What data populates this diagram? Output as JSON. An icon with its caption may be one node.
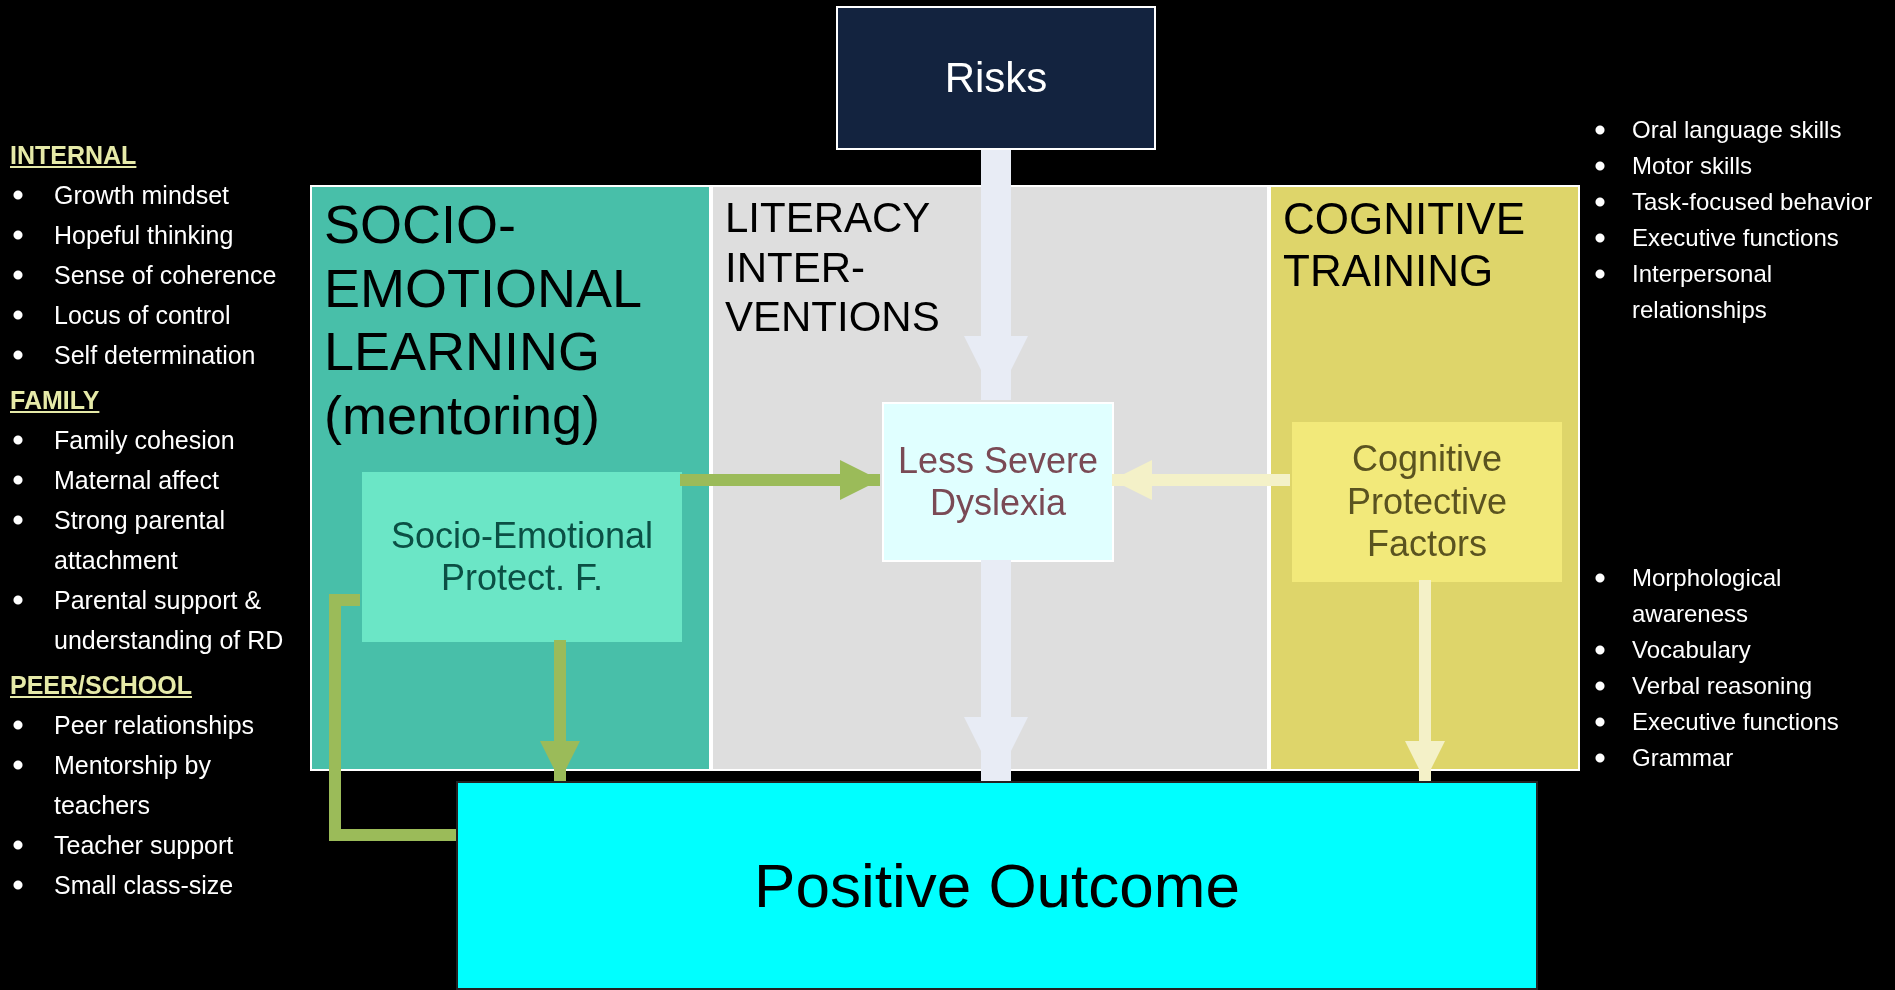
{
  "diagram": {
    "nodes": [
      {
        "text": [
          "Risks"
        ]
      },
      {
        "text": [
          "Socio-Emotional Protect. F."
        ],
        "in": 5
      },
      {
        "text": [
          "Less Severe Dyslexia"
        ],
        "in": 6
      },
      {
        "text": [
          "Cognitive Protective Factors"
        ],
        "in": 7
      },
      {
        "text": [
          "Positive Outcome"
        ]
      },
      {
        "text": [
          "SOCIO-EMOTIONAL LEARNING (mentoring)"
        ]
      },
      {
        "text": [
          "LITERACY INTER-VENTIONS"
        ]
      },
      {
        "text": [
          "COGNITIVE TRAINING"
        ]
      }
    ],
    "edges": [
      {
        "from": 0,
        "to": 2,
        "arrow": "to",
        "style": "thick",
        "color": "#e8ecf5"
      },
      {
        "from": 2,
        "to": 4,
        "arrow": "to",
        "style": "thick",
        "color": "#e8ecf5"
      },
      {
        "from": 1,
        "to": 2,
        "arrow": "to",
        "color": "#9bbb59"
      },
      {
        "from": 1,
        "to": 4,
        "arrow": "none",
        "color": "#9bbb59"
      },
      {
        "from": 1,
        "to": 4,
        "arrow": "to",
        "color": "#9bbb59"
      },
      {
        "from": 3,
        "to": 2,
        "arrow": "to",
        "color": "#f4f1c8"
      },
      {
        "from": 3,
        "to": 4,
        "arrow": "to",
        "color": "#f4f1c8"
      }
    ],
    "labels": [
      "INTERNAL",
      "Growth mindset",
      "Hopeful thinking",
      "Sense of coherence",
      "Locus of control",
      "Self determination",
      "FAMILY",
      "Family cohesion",
      "Maternal affect",
      "Strong parental attachment",
      "Parental support & understanding of RD",
      "PEER/SCHOOL",
      "Peer relationships",
      "Mentorship by teachers",
      "Teacher support",
      "Small class-size",
      "Oral language skills",
      "Motor skills",
      "Task-focused behavior",
      "Executive functions",
      "Interpersonal relationships",
      "Morphological awareness",
      "Vocabulary",
      "Verbal reasoning",
      "Executive functions",
      "Grammar"
    ]
  }
}
